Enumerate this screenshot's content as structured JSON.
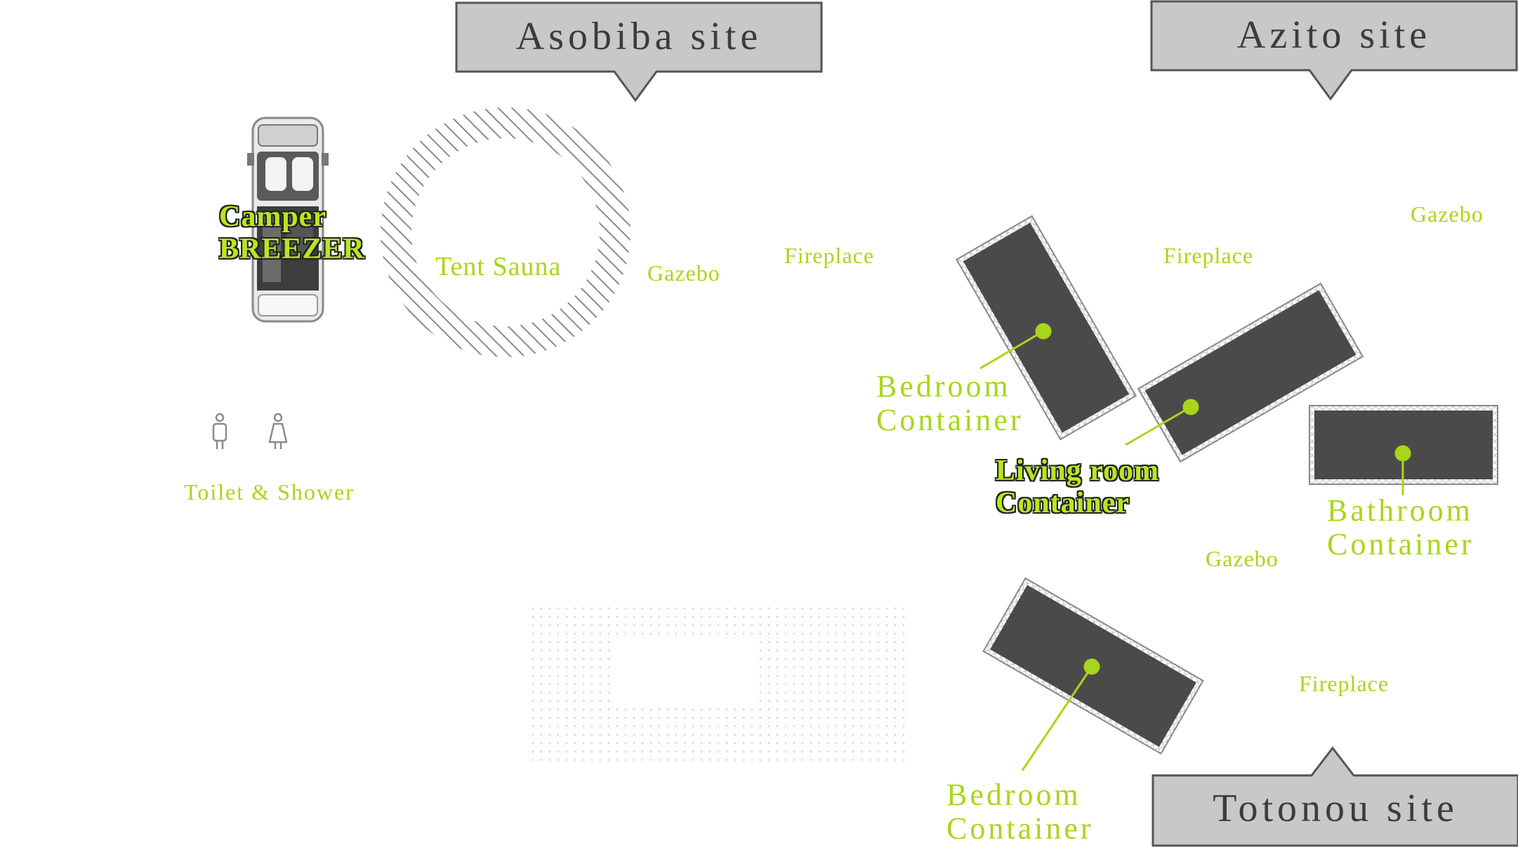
{
  "sites": {
    "asobiba": "Asobiba site",
    "azito": "Azito site",
    "totonou": "Totonou site"
  },
  "labels": {
    "camper_line1": "Camper",
    "camper_line2": "BREEZER",
    "tent_sauna": "Tent Sauna",
    "gazebo_asobiba": "Gazebo",
    "fireplace_asobiba": "Fireplace",
    "toilet_shower": "Toilet & Shower",
    "fireplace_azito": "Fireplace",
    "gazebo_azito": "Gazebo",
    "bedroom1_line1": "Bedroom",
    "bedroom1_line2": "Container",
    "living_line1": "Living room",
    "living_line2": "Container",
    "bathroom_line1": "Bathroom",
    "bathroom_line2": "Container",
    "gazebo_center": "Gazebo",
    "fireplace_totonou": "Fireplace",
    "bedroom2_line1": "Bedroom",
    "bedroom2_line2": "Container"
  },
  "colors": {
    "label_green": "#a8d61a",
    "container_fill": "#4a4a4a",
    "callout_fill": "#c8c8c8",
    "callout_text": "#3c3c3c"
  },
  "icons": [
    "camper-van-icon",
    "male-icon",
    "female-icon"
  ]
}
